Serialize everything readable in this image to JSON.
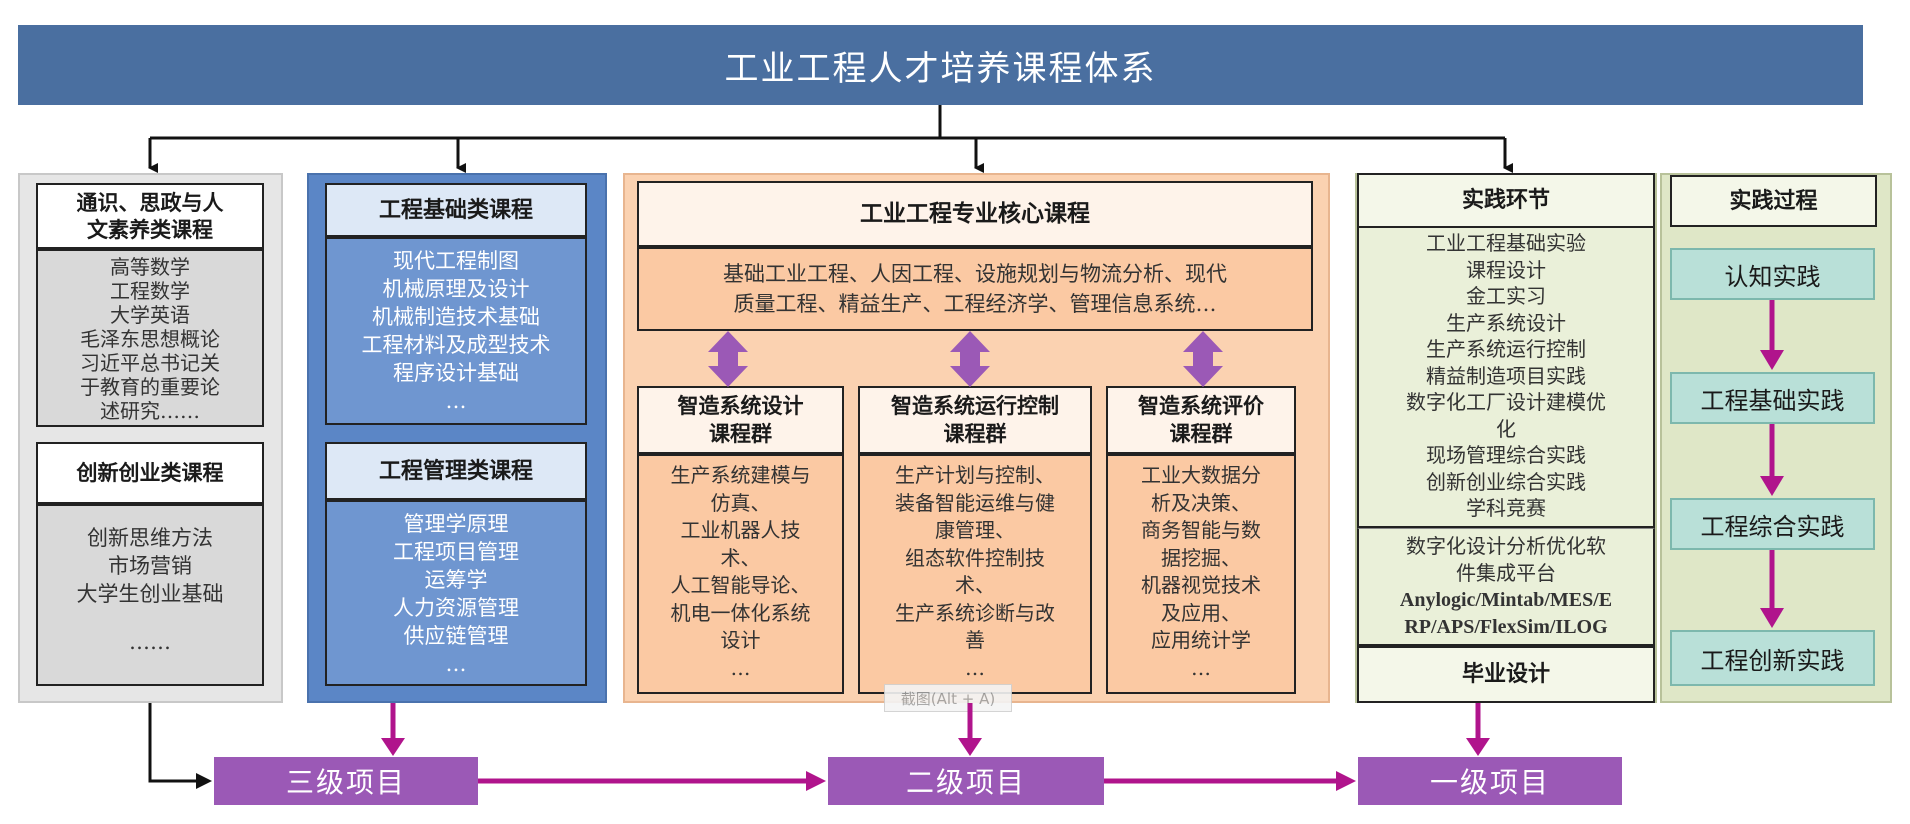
{
  "title": "工业工程人才培养课程体系",
  "col1": {
    "box1_header": [
      "通识、思政与人",
      "文素养类课程"
    ],
    "box1_items": [
      "高等数学",
      "工程数学",
      "大学英语",
      "毛泽东思想概论",
      "习近平总书记关",
      "于教育的重要论",
      "述研究……"
    ],
    "box2_header": "创新创业类课程",
    "box2_items": [
      "创新思维方法",
      "市场营销",
      "大学生创业基础",
      "",
      "……"
    ]
  },
  "col2": {
    "box1_header": "工程基础类课程",
    "box1_items": [
      "现代工程制图",
      "机械原理及设计",
      "机械制造技术基础",
      "工程材料及成型技术",
      "程序设计基础",
      "…"
    ],
    "box2_header": "工程管理类课程",
    "box2_items": [
      "管理学原理",
      "工程项目管理",
      "运筹学",
      "人力资源管理",
      "供应链管理",
      "…"
    ]
  },
  "col3": {
    "header": "工业工程专业核心课程",
    "core_lines": [
      "基础工业工程、人因工程、设施规划与物流分析、现代",
      "质量工程、精益生产、工程经济学、管理信息系统…"
    ],
    "groups": [
      {
        "header": [
          "智造系统设计",
          "课程群"
        ],
        "items": [
          "生产系统建模与",
          "仿真、",
          "工业机器人技",
          "术、",
          "人工智能导论、",
          "机电一体化系统",
          "设计",
          "…"
        ]
      },
      {
        "header": [
          "智造系统运行控制",
          "课程群"
        ],
        "items": [
          "生产计划与控制、",
          "装备智能运维与健",
          "康管理、",
          "组态软件控制技",
          "术、",
          "生产系统诊断与改",
          "善",
          "…"
        ]
      },
      {
        "header": [
          "智造系统评价",
          "课程群"
        ],
        "items": [
          "工业大数据分",
          "析及决策、",
          "商务智能与数",
          "据挖掘、",
          "机器视觉技术",
          "及应用、",
          "应用统计学",
          "…"
        ]
      }
    ],
    "tooltip": "截图(Alt + A)"
  },
  "col4": {
    "header": "实践环节",
    "items": [
      "工业工程基础实验",
      "课程设计",
      "金工实习",
      "生产系统设计",
      "生产系统运行控制",
      "精益制造项目实践",
      "数字化工厂设计建模优",
      "化",
      "现场管理综合实践",
      "创新创业综合实践",
      "学科竞赛"
    ],
    "platform_lines": [
      "数字化设计分析优化软",
      "件集成平台",
      "Anylogic/Mintab/MES/E",
      "RP/APS/FlexSim/ILOG"
    ],
    "footer": "毕业设计"
  },
  "col5": {
    "header": "实践过程",
    "steps": [
      "认知实践",
      "工程基础实践",
      "工程综合实践",
      "工程创新实践"
    ]
  },
  "projects": [
    "三级项目",
    "二级项目",
    "一级项目"
  ],
  "colors": {
    "title_bg": "#4a6fa0",
    "blue_panel": "#5b86c6",
    "orange_panel": "#fbd2b1",
    "green_panel": "#e8ecd5",
    "purple": "#9b59b6",
    "magenta_arrow": "#b0148c",
    "teal": "#b9e0d8"
  }
}
